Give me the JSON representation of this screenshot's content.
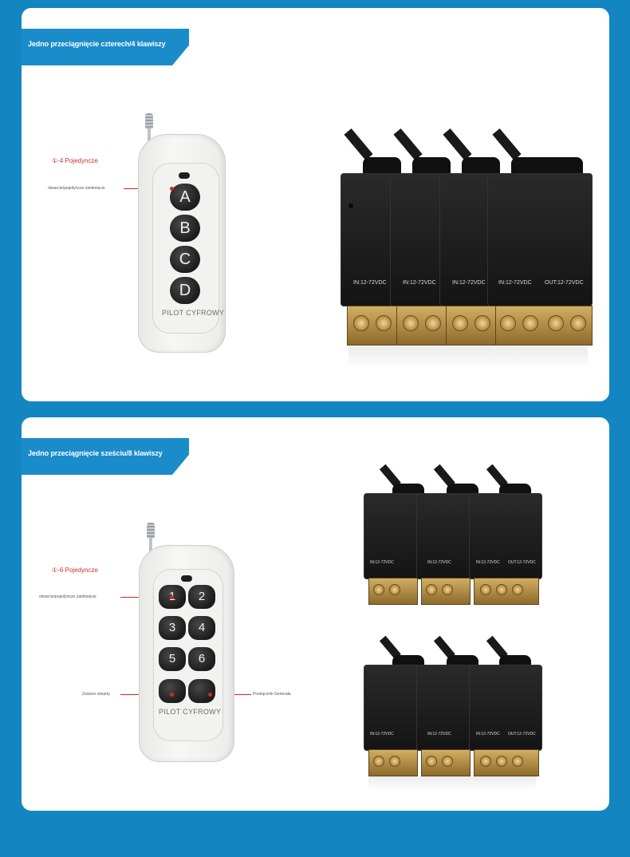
{
  "section_one": {
    "banner": "Jedno przeciągnięcie czterech/4 klawiszy",
    "callout_title": "①-4 Pojedyncze",
    "callout_sub": "otwarcie/pojedyncze zamknięcie",
    "remote": {
      "keys": [
        "A",
        "B",
        "C",
        "D"
      ],
      "brand": "PILOT CYFROWY"
    },
    "module_spec_in": "IN:12-72VDC",
    "module_spec_out": "OUT:12-72VDC"
  },
  "section_two": {
    "banner": "Jedno przeciągnięcie sześciu/8 klawiszy",
    "callout_title": "①-6 Pojedyncze",
    "callout_sub": "otwarcie/pojedyncze zamknięcie",
    "left_label": "Zawsze otwarty",
    "right_label": "Przełącznik Generała",
    "remote": {
      "keys": [
        "1",
        "2",
        "3",
        "4",
        "5",
        "6"
      ],
      "brand": "PILOT CYFROWY"
    },
    "module_spec_in": "IN:12-72VDC",
    "module_spec_out": "OUT:12-72VDC"
  }
}
